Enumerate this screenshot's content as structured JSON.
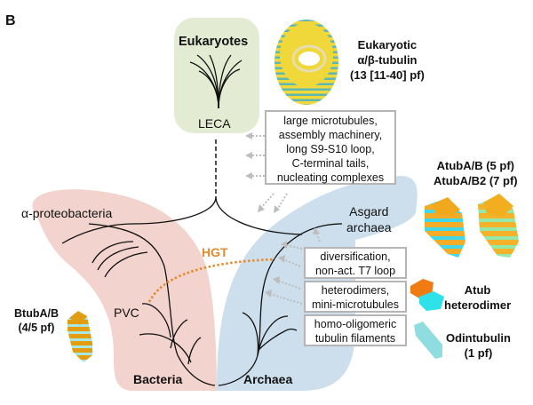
{
  "panel_label": "B",
  "colors": {
    "eukaryote_region": "#e3ecd3",
    "bacteria_region": "#f3d3cd",
    "archaea_region": "#cddfec",
    "hgt": "#e58a2c",
    "tree": "#111111",
    "arrow": "#bdbdbd",
    "box_border": "#b5b5b5"
  },
  "clades": {
    "eukaryotes": "Eukaryotes",
    "leca": "LECA",
    "alpha_proteobacteria": "α-proteobacteria",
    "asgard": [
      "Asgard",
      "archaea"
    ],
    "pvc": "PVC",
    "bacteria": "Bacteria",
    "archaea": "Archaea"
  },
  "hgt_label": "HGT",
  "feature_boxes": [
    {
      "id": "eukaryotic-features",
      "lines": [
        "large microtubules,",
        "assembly machinery,",
        "long S9-S10 loop,",
        "C-terminal tails,",
        "nucleating complexes"
      ]
    },
    {
      "id": "diversification",
      "lines": [
        "diversification,",
        "non-act. T7 loop"
      ]
    },
    {
      "id": "heterodimers",
      "lines": [
        "heterodimers,",
        "mini-microtubules"
      ]
    },
    {
      "id": "homo-oligomeric",
      "lines": [
        "homo-oligomeric",
        "tubulin filaments"
      ]
    }
  ],
  "structures": [
    {
      "id": "eukaryotic-tubulin",
      "lines": [
        "Eukaryotic",
        "α/β-tubulin",
        "(13 [11-40] pf)"
      ]
    },
    {
      "id": "atuba-b",
      "lines": [
        "AtubA/B (5 pf)",
        "AtubA/B2 (7 pf)"
      ]
    },
    {
      "id": "atub-heterodimer",
      "lines": [
        "Atub",
        "heterodimer"
      ]
    },
    {
      "id": "odintubulin",
      "lines": [
        "Odintubulin",
        "(1 pf)"
      ]
    },
    {
      "id": "btuba-b",
      "lines": [
        "BtubA/B",
        "(4/5 pf)"
      ]
    }
  ]
}
